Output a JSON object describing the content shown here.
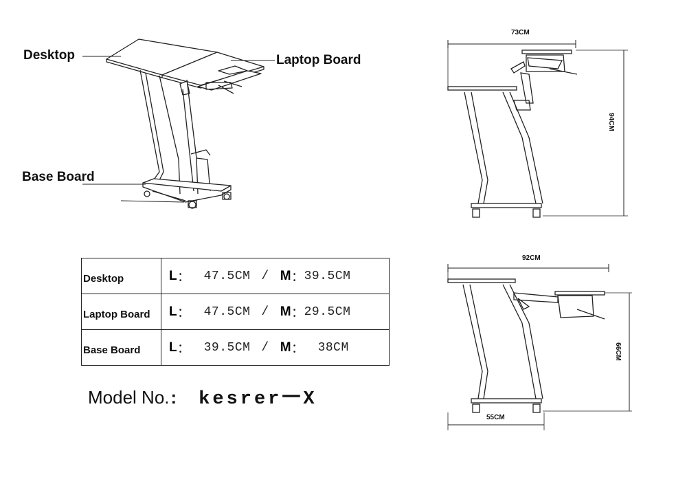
{
  "callouts": {
    "desktop": "Desktop",
    "laptop_board": "Laptop Board",
    "base_board": "Base Board"
  },
  "dimensions": {
    "top_width": "73CM",
    "top_height": "94CM",
    "bottom_width": "92CM",
    "bottom_height": "66CM",
    "bottom_base": "55CM"
  },
  "spec_table": {
    "rows": [
      {
        "name": "Desktop",
        "l_label": "L",
        "l_value": "47.5CM",
        "sep": "/",
        "m_label": "M",
        "m_value": "39.5CM"
      },
      {
        "name": "Laptop Board",
        "l_label": "L",
        "l_value": "47.5CM",
        "sep": "/",
        "m_label": "M",
        "m_value": "29.5CM"
      },
      {
        "name": "Base Board",
        "l_label": "L",
        "l_value": "39.5CM",
        "sep": "/",
        "m_label": "M",
        "m_value": "38CM"
      }
    ]
  },
  "model": {
    "label": "Model No.",
    "value": "kesrer一X"
  }
}
